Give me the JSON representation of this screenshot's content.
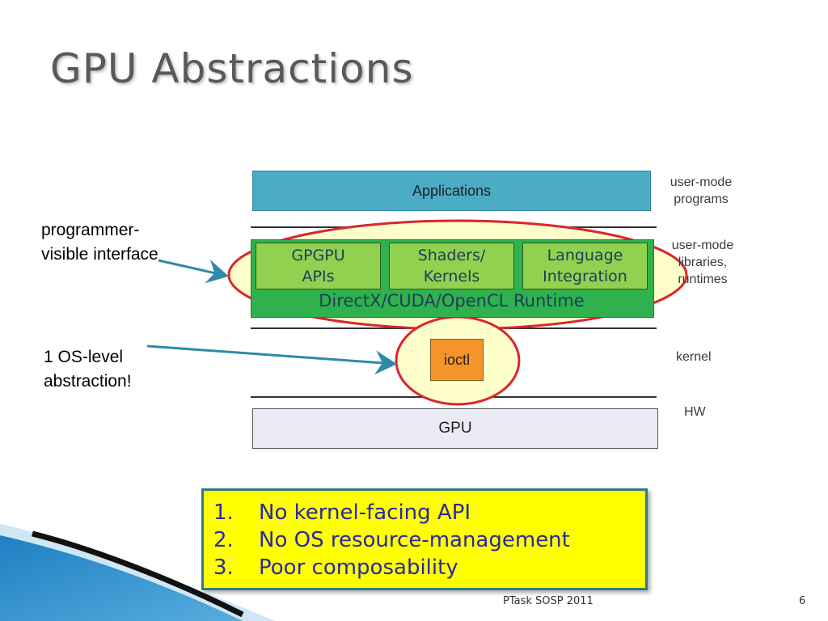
{
  "slide": {
    "title": "GPU Abstractions",
    "footer": "PTask SOSP 2011",
    "page_number": "6"
  },
  "annotations": {
    "programmer_line1": "programmer-",
    "programmer_line2": "visible interface",
    "os_line1": "1 OS-level",
    "os_line2": "abstraction!"
  },
  "stack": {
    "applications": "Applications",
    "gpgpu_line1": "GPGPU",
    "gpgpu_line2": "APIs",
    "shaders_line1": "Shaders/",
    "shaders_line2": "Kernels",
    "language_line1": "Language",
    "language_line2": "Integration",
    "runtime": "DirectX/CUDA/OpenCL Runtime",
    "ioctl": "ioctl",
    "gpu": "GPU"
  },
  "layers": {
    "usermode_programs_line1": "user-mode",
    "usermode_programs_line2": "programs",
    "usermode_libs_line1": "user-mode",
    "usermode_libs_line2": "libraries,",
    "usermode_libs_line3": "runtimes",
    "kernel": "kernel",
    "hw": "HW"
  },
  "problems": [
    {
      "num": "1.",
      "text": "No kernel-facing API"
    },
    {
      "num": "2.",
      "text": "No OS resource-management"
    },
    {
      "num": "3.",
      "text": "Poor composability"
    }
  ],
  "colors": {
    "applications": "#4bacc6",
    "runtime": "#2fb24d",
    "inner_boxes": "#92d050",
    "ioctl": "#f4952c",
    "highlight_ellipse": "#d9262e",
    "highlight_fill": "#ffffcc",
    "arrow": "#2e8ba8",
    "problems_box": "#ffff00"
  }
}
